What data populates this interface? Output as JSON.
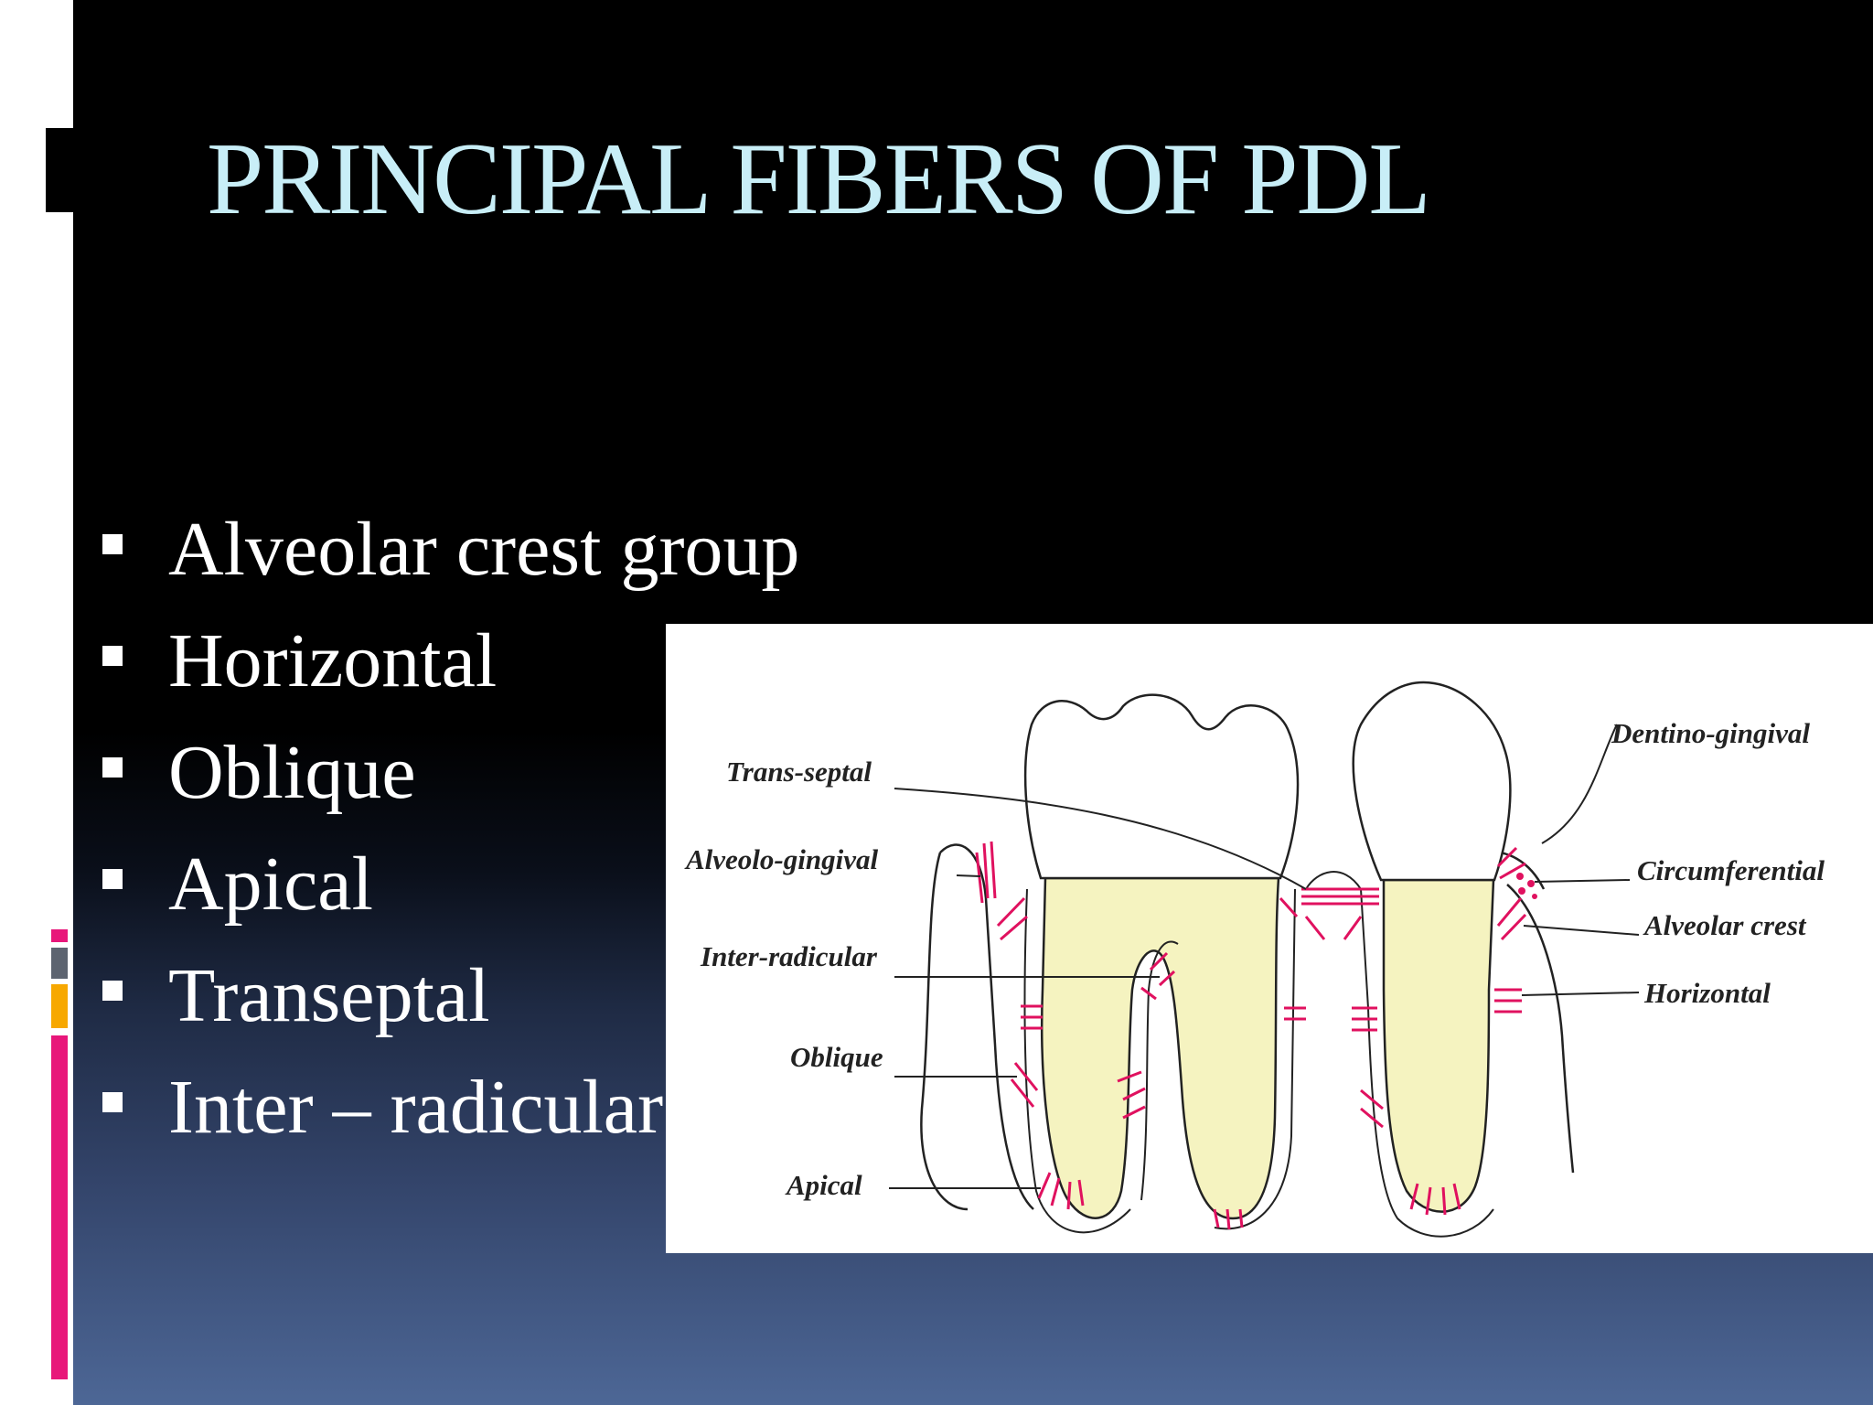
{
  "slide": {
    "title": "PRINCIPAL FIBERS OF PDL",
    "bullets": [
      "Alveolar crest group",
      "Horizontal",
      "Oblique",
      "Apical",
      "Transeptal",
      "Inter – radicular"
    ]
  },
  "diagram": {
    "labels_left": [
      "Trans-septal",
      "Alveolo-gingival",
      "Inter-radicular",
      "Oblique",
      "Apical"
    ],
    "labels_right": [
      "Dentino-gingival",
      "Circumferential",
      "Alveolar crest",
      "Horizontal"
    ]
  },
  "colors": {
    "title": "#c8eef7",
    "fiber": "#e0115f",
    "root_fill": "#f5f3c0",
    "accent_pink": "#e8177a",
    "accent_gold": "#f7a800",
    "accent_gray": "#5d6470"
  }
}
